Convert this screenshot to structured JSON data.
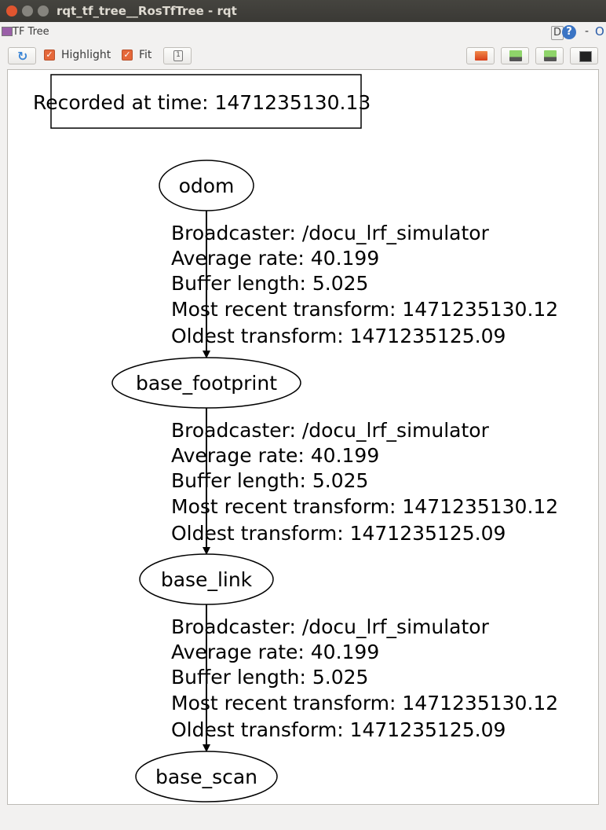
{
  "window": {
    "title": "rqt_tf_tree__RosTfTree - rqt"
  },
  "plugin": {
    "title": "TF Tree",
    "help_d": "D",
    "help_q": "?",
    "minimize": "-",
    "close": "O"
  },
  "toolbar": {
    "highlight_label": "Highlight",
    "fit_label": "Fit",
    "highlight_checked": true,
    "fit_checked": true,
    "one_label": "1"
  },
  "graph": {
    "recorded": "Recorded at time: 1471235130.13",
    "nodes": [
      "odom",
      "base_footprint",
      "base_link",
      "base_scan"
    ],
    "edges": [
      {
        "broadcaster": "Broadcaster: /docu_lrf_simulator",
        "rate": "Average rate: 40.199",
        "buffer": "Buffer length: 5.025",
        "recent": "Most recent transform: 1471235130.12",
        "oldest": "Oldest transform: 1471235125.09"
      },
      {
        "broadcaster": "Broadcaster: /docu_lrf_simulator",
        "rate": "Average rate: 40.199",
        "buffer": "Buffer length: 5.025",
        "recent": "Most recent transform: 1471235130.12",
        "oldest": "Oldest transform: 1471235125.09"
      },
      {
        "broadcaster": "Broadcaster: /docu_lrf_simulator",
        "rate": "Average rate: 40.199",
        "buffer": "Buffer length: 5.025",
        "recent": "Most recent transform: 1471235130.12",
        "oldest": "Oldest transform: 1471235125.09"
      }
    ]
  }
}
